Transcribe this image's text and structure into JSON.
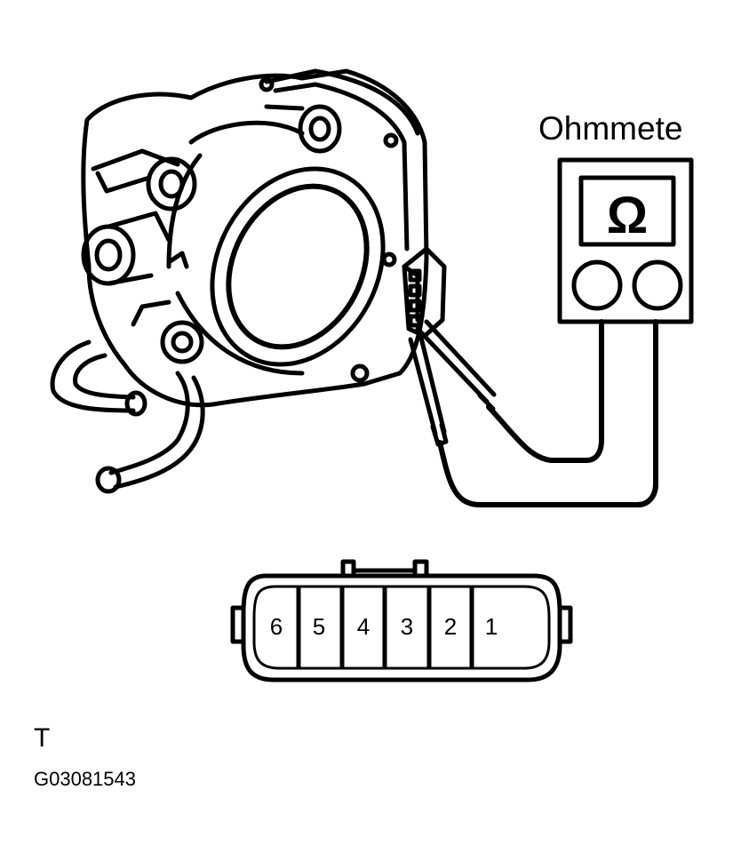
{
  "ohmmeter": {
    "title": "Ohmmete",
    "display_symbol": "Ω",
    "display_icon": "omega-icon"
  },
  "connector": {
    "pins": [
      "6",
      "5",
      "4",
      "3",
      "2",
      "1"
    ]
  },
  "footnote": {
    "letter": "T",
    "figure_code": "G03081543"
  }
}
